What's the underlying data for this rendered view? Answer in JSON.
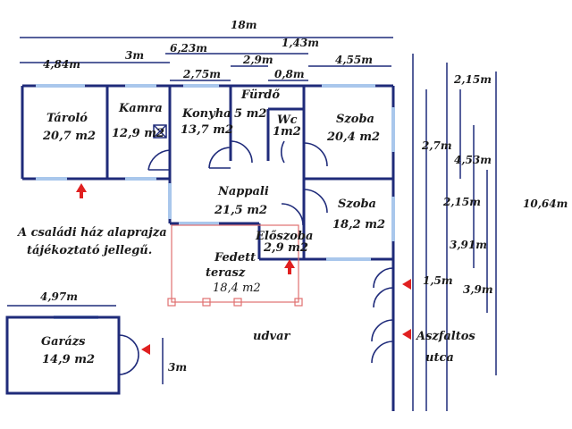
{
  "dimensions": {
    "total_width": "18m",
    "tarolo_w": "4,84m",
    "kamra_w": "3m",
    "konyha_w_top": "6,23m",
    "furdo_w": "1,43m",
    "konyha_w": "2,75m",
    "furdo_span": "2,9m",
    "wc_w": "0,8m",
    "szoba_w": "4,55m",
    "r1": "2,15m",
    "r2": "2,7m",
    "r3": "4,53m",
    "r4": "2,15m",
    "r5": "10,64m",
    "r6": "3,91m",
    "r7": "1,5m",
    "r8": "3,9m",
    "garage_w": "4,97m",
    "garage_h": "3m"
  },
  "rooms": {
    "tarolo": {
      "name": "Tároló",
      "area": "20,7 m2"
    },
    "kamra": {
      "name": "Kamra",
      "area": "12,9 m2"
    },
    "konyha": {
      "name": "Konyha",
      "area": "13,7 m2"
    },
    "furdo": {
      "name": "Fürdő",
      "area": "5 m2"
    },
    "wc": {
      "name": "Wc",
      "area": "1m2"
    },
    "szoba1": {
      "name": "Szoba",
      "area": "20,4 m2"
    },
    "nappali": {
      "name": "Nappali",
      "area": "21,5 m2"
    },
    "szoba2": {
      "name": "Szoba",
      "area": "18,2 m2"
    },
    "eloszoba": {
      "name": "Előszoba",
      "area": "2,9 m2"
    },
    "terasz_line1": "Fedett",
    "terasz_line2": "terasz",
    "terasz_area": "18,4 m2",
    "garazs": {
      "name": "Garázs",
      "area": "14,9 m2"
    }
  },
  "notes": {
    "line1": "A családi ház alaprajza",
    "line2": "tájékoztató jellegű."
  },
  "outside": {
    "udvar": "udvar",
    "street_line1": "Aszfaltos",
    "street_line2": "utca"
  },
  "colors": {
    "wall": "#1f2b7a",
    "window": "#a9c7ec",
    "terrace": "#e07070",
    "arrow": "#e02020"
  }
}
